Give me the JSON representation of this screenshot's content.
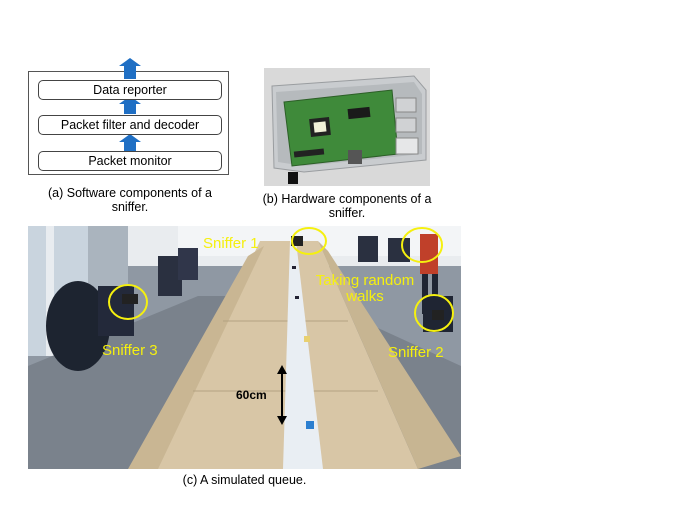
{
  "software": {
    "layers": [
      "Data reporter",
      "Packet filter and decoder",
      "Packet monitor"
    ],
    "caption_line1": "(a) Software components of a",
    "caption_line2": "sniffer."
  },
  "hardware": {
    "caption_line1": "(b) Hardware components of a",
    "caption_line2": "sniffer."
  },
  "photo": {
    "labels": {
      "sniffer1": "Sniffer 1",
      "sniffer2": "Sniffer 2",
      "sniffer3": "Sniffer 3",
      "random_line1": "Taking random",
      "random_line2": "walks"
    },
    "distance": "60cm",
    "caption": "(c) A simulated queue."
  },
  "colors": {
    "arrow": "#1f6fc4",
    "label": "#f5f00f",
    "board": "#3f8a3a",
    "table": "#d8c6a6"
  }
}
